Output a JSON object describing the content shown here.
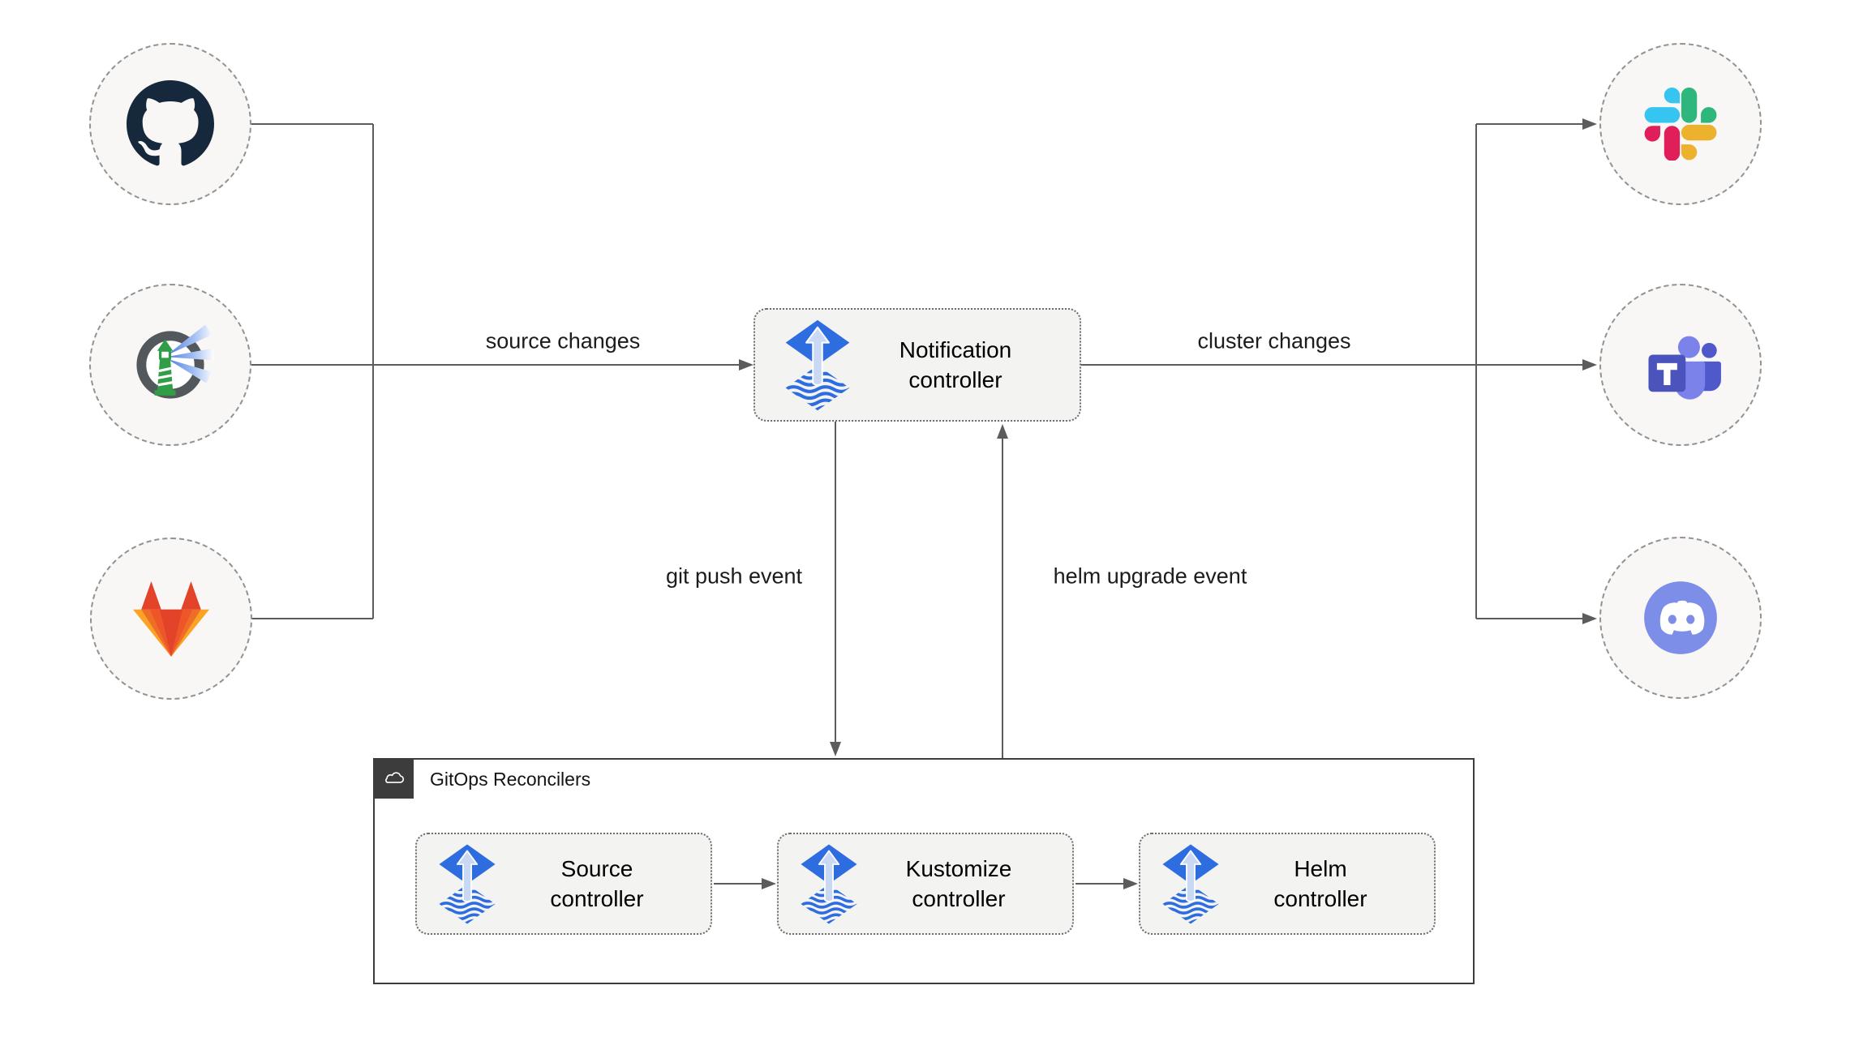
{
  "colors": {
    "edge": "#5c5c5c",
    "circle_border": "#929292",
    "circle_fill": "#f8f7f5",
    "node_border": "#6b6b6b",
    "node_fill": "#f3f3f2",
    "container_border": "#3c3c3c",
    "badge_bg": "#3c3c3c",
    "flux_blue": "#2e6de0",
    "flux_arrow_light": "#c9d9f5",
    "github_dark": "#16293c",
    "slack_blue": "#36C5F0",
    "slack_green": "#2EB67D",
    "slack_yellow": "#ECB22E",
    "slack_red": "#E01E5A",
    "gitlab_red": "#e24329",
    "gitlab_orange": "#fc6d26",
    "gitlab_yellow": "#fca326",
    "teams_purple": "#4b53bc",
    "teams_light": "#7b83eb",
    "teams_mid": "#5059c9",
    "discord_blurple": "#7d8ee8",
    "harbor_gray": "#53585c",
    "harbor_green": "#2f9e47",
    "harbor_beam": "#3f72e0"
  },
  "nodes": {
    "notification": {
      "line1": "Notification",
      "line2": "controller"
    },
    "source": {
      "line1": "Source",
      "line2": "controller"
    },
    "kustomize": {
      "line1": "Kustomize",
      "line2": "controller"
    },
    "helm": {
      "line1": "Helm",
      "line2": "controller"
    }
  },
  "edge_labels": {
    "source_changes": "source changes",
    "cluster_changes": "cluster changes",
    "git_push": "git push event",
    "helm_upgrade": "helm upgrade event"
  },
  "container": {
    "label": "GitOps Reconcilers"
  },
  "icons": {
    "left_column": [
      "github-icon",
      "harbor-icon",
      "gitlab-icon"
    ],
    "right_column": [
      "slack-icon",
      "teams-icon",
      "discord-icon"
    ],
    "controller_icon": "flux-icon",
    "container_badge": "cloud-icon"
  }
}
